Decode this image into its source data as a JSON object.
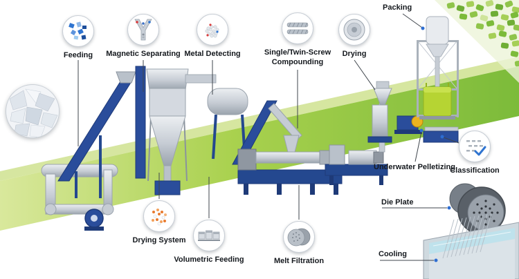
{
  "callouts": {
    "feeding": {
      "label": "Feeding",
      "icon": "blue-plastic-flakes-icon"
    },
    "magnetic_separating": {
      "label": "Magnetic Separating",
      "icon": "magnetic-chute-icon"
    },
    "metal_detecting": {
      "label": "Metal Detecting",
      "icon": "pellets-with-metal-specks-icon"
    },
    "compounding": {
      "label": "Single/Twin-Screw Compounding",
      "icon": "twin-screws-icon"
    },
    "drying": {
      "label": "Drying",
      "icon": "round-dryer-top-icon"
    },
    "packing": {
      "label": "Packing"
    },
    "underwater_pelletizing": {
      "label": "Underwater Pelletizing"
    },
    "classification": {
      "label": "Classification",
      "icon": "sieve-checkmark-icon"
    },
    "die_plate": {
      "label": "Die Plate"
    },
    "cooling": {
      "label": "Cooling"
    },
    "drying_system": {
      "label": "Drying System",
      "icon": "orange-flakes-icon"
    },
    "volumetric_feeding": {
      "label": "Volumetric Feeding",
      "icon": "three-hoppers-icon"
    },
    "melt_filtration": {
      "label": "Melt Filtration",
      "icon": "filter-discs-icon"
    }
  },
  "images": {
    "raw_material_photo": "clear-plastic-flakes",
    "pellets_corner": "green-plastic-pellets",
    "die_plate_photo": "die-plate-cylinder",
    "cooling_tank": "water-bath-with-strands"
  },
  "colors": {
    "band_green_dark": "#7cbb3a",
    "band_green_mid": "#a9d14e",
    "band_green_light": "#d9e89c",
    "machine_blue": "#2a4d9b",
    "machine_blue_dark": "#1e3a78",
    "machine_gray": "#c6ccd4",
    "bag_green": "#b6d433",
    "motor_yellow": "#eab31f",
    "leader_line": "#3f454c",
    "leader_dot_blue": "#2e6ed2",
    "label_text": "#15191e"
  }
}
